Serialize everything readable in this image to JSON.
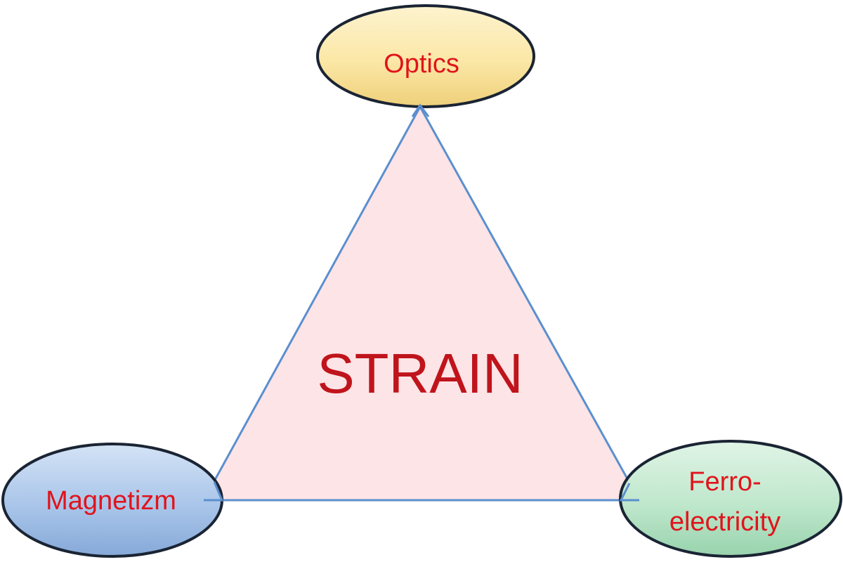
{
  "center": {
    "label": "STRAIN",
    "fill": "#fde4e6",
    "stroke": "#5b8fcf",
    "text_color": "#c0141c"
  },
  "nodes": [
    {
      "id": "optics",
      "lines": [
        "Optics"
      ],
      "fill": "#fbe7a6",
      "text_color": "#e0141c"
    },
    {
      "id": "magnetizm",
      "lines": [
        "Magnetizm"
      ],
      "fill": "#a9c5e9",
      "text_color": "#e0141c"
    },
    {
      "id": "ferroelectricity",
      "lines": [
        "Ferro-",
        "electricity"
      ],
      "fill": "#bfe7cc",
      "text_color": "#e0141c"
    }
  ],
  "node_border_color": "#1a2433"
}
